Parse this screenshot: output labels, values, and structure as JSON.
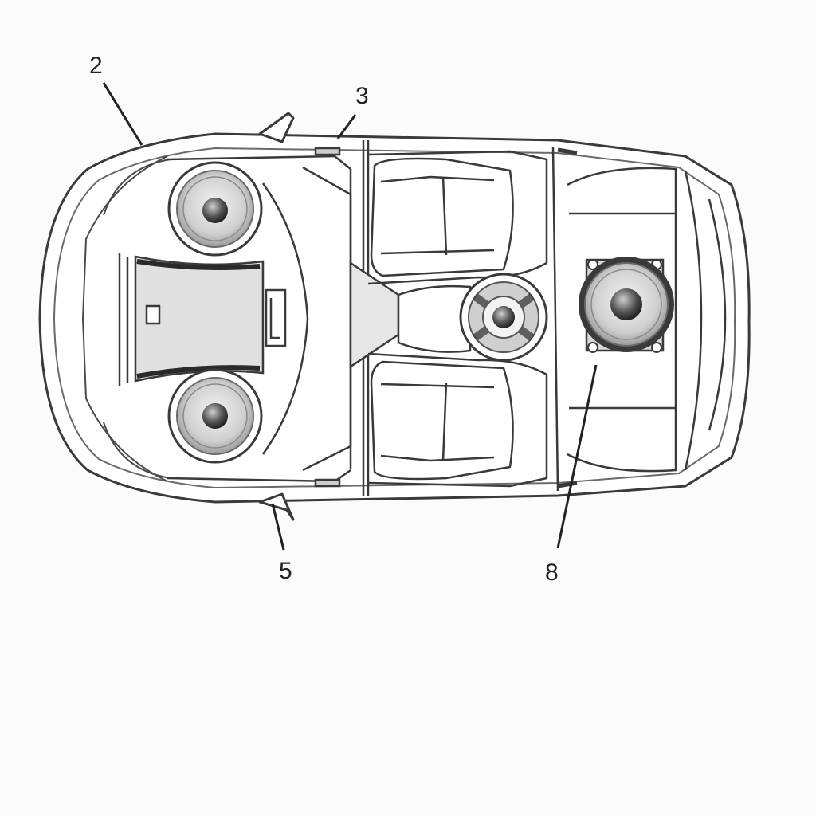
{
  "diagram": {
    "colors": {
      "background": "#fbfbfb",
      "line": "#3a3a3a",
      "light_line": "#8a8a8a",
      "fill": "#ffffff",
      "shade": "#e2e2e2",
      "speaker_cone": "#d6d6d6",
      "dark": "#2a2a2a"
    },
    "callouts": [
      {
        "id": "2",
        "label": "2"
      },
      {
        "id": "3",
        "label": "3"
      },
      {
        "id": "5",
        "label": "5"
      },
      {
        "id": "8",
        "label": "8"
      }
    ],
    "components": {
      "front_speaker_upper": "speaker",
      "front_speaker_lower": "speaker",
      "center_speaker": "speaker",
      "rear_speaker": "speaker"
    }
  }
}
